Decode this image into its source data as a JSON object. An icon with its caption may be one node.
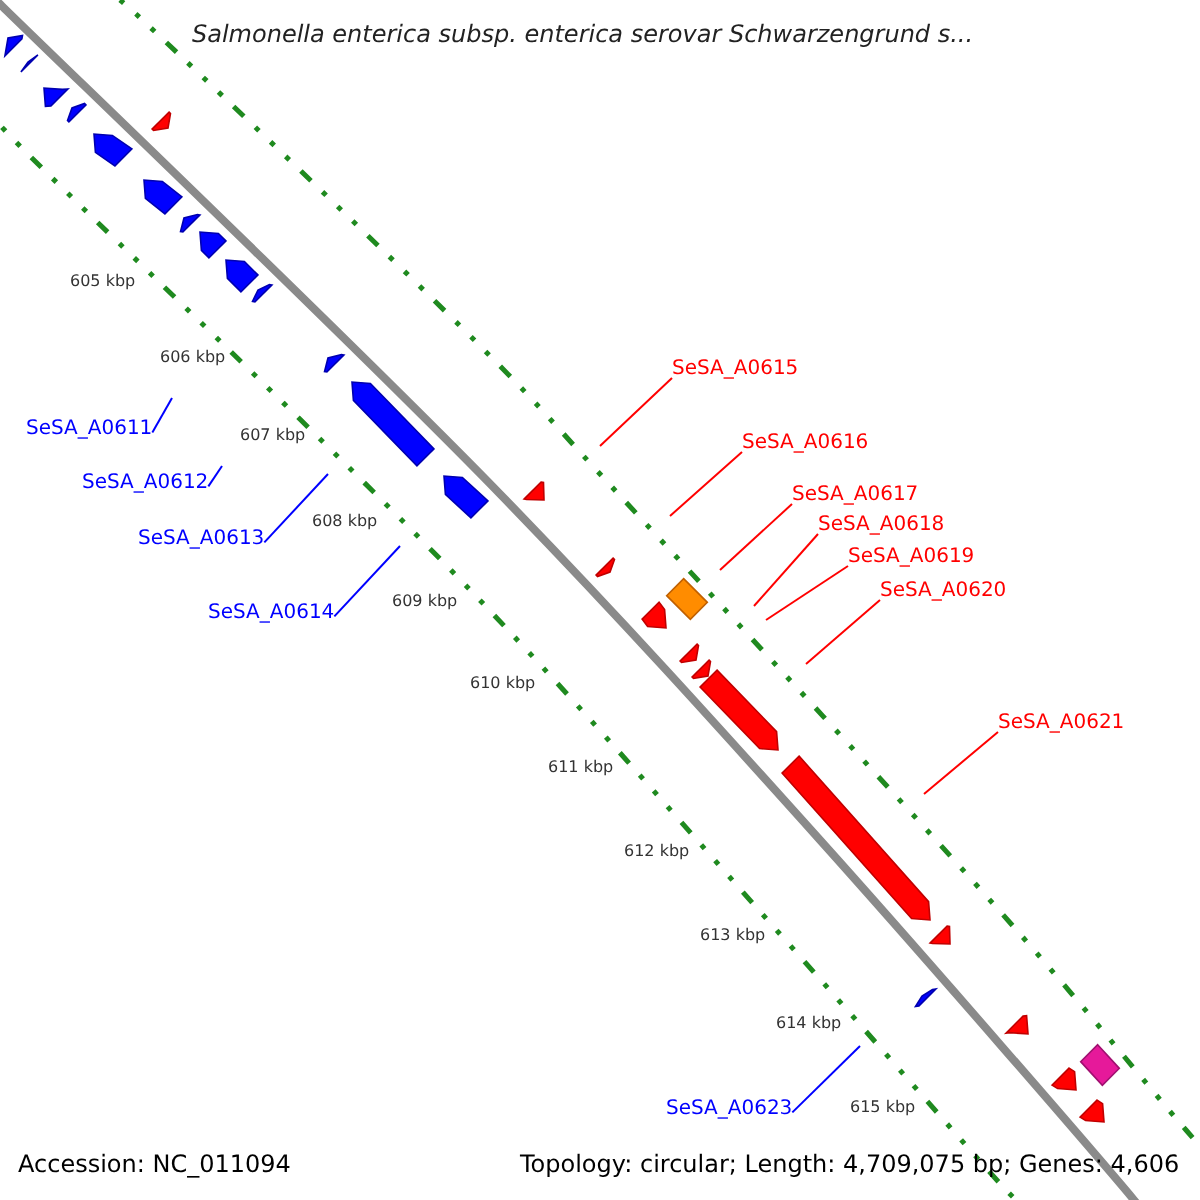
{
  "diagram": {
    "title": "Salmonella enterica subsp. enterica serovar Schwarzengrund s...",
    "nodes": [
      {
        "text": [
          "SeSA_A0615"
        ]
      },
      {
        "text": [
          "SeSA_A0611"
        ]
      },
      {
        "text": [
          "SeSA_A0616"
        ]
      },
      {
        "text": [
          "SeSA_A0612"
        ]
      },
      {
        "text": [
          "SeSA_A0617"
        ]
      },
      {
        "text": [
          "SeSA_A0618"
        ]
      },
      {
        "text": [
          "SeSA_A0613"
        ]
      },
      {
        "text": [
          "SeSA_A0619"
        ]
      },
      {
        "text": [
          "SeSA_A0620"
        ]
      },
      {
        "text": [
          "SeSA_A0614"
        ]
      },
      {
        "text": [
          "SeSA_A0621"
        ]
      },
      {
        "text": [
          "SeSA_A0623"
        ]
      }
    ],
    "edges": [
      {
        "from": 0,
        "to": null,
        "arrow": "none"
      },
      {
        "from": 1,
        "to": null,
        "arrow": "none",
        "color": "#0000ff"
      },
      {
        "from": 2,
        "to": null,
        "arrow": "none"
      },
      {
        "from": 3,
        "to": null,
        "arrow": "none",
        "color": "#0000ff"
      },
      {
        "from": 4,
        "to": null,
        "arrow": "none"
      },
      {
        "from": 5,
        "to": null,
        "arrow": "none"
      },
      {
        "from": 6,
        "to": null,
        "arrow": "none",
        "color": "#0000ff"
      },
      {
        "from": 7,
        "to": null,
        "arrow": "none"
      },
      {
        "from": 8,
        "to": null,
        "arrow": "none"
      },
      {
        "from": 9,
        "to": null,
        "arrow": "none",
        "color": "#0000ff"
      },
      {
        "from": 10,
        "to": null,
        "arrow": "none"
      },
      {
        "from": 11,
        "to": null,
        "arrow": "none",
        "color": "#0000ff"
      }
    ],
    "labels": [
      "605 kbp",
      "606 kbp",
      "607 kbp",
      "608 kbp",
      "609 kbp",
      "610 kbp",
      "611 kbp",
      "612 kbp",
      "613 kbp",
      "614 kbp",
      "615 kbp",
      "Accession: NC_011094",
      "Topology: circular; Length: 4,709,075 bp; Genes: 4,606"
    ]
  }
}
